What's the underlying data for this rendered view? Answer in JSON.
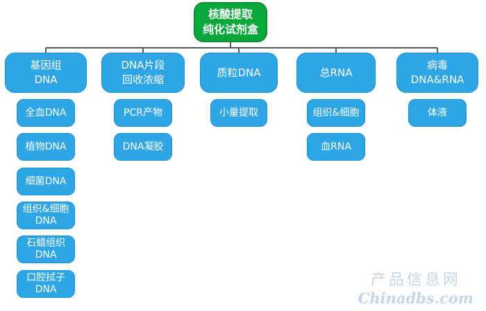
{
  "root": {
    "lines": [
      "核酸提取",
      "纯化试剂盒"
    ]
  },
  "categories": [
    {
      "id": "genomic",
      "lines": [
        "基因组",
        "DNA"
      ],
      "items": [
        {
          "lines": [
            "全血DNA"
          ]
        },
        {
          "lines": [
            "植物DNA"
          ]
        },
        {
          "lines": [
            "细菌DNA"
          ]
        },
        {
          "lines": [
            "组织&细胞",
            "DNA"
          ]
        },
        {
          "lines": [
            "石蜡组织",
            "DNA"
          ]
        },
        {
          "lines": [
            "口腔拭子",
            "DNA"
          ]
        }
      ]
    },
    {
      "id": "fragment",
      "lines": [
        "DNA片段",
        "回收浓缩"
      ],
      "items": [
        {
          "lines": [
            "PCR产物"
          ]
        },
        {
          "lines": [
            "DNA凝胶"
          ]
        }
      ]
    },
    {
      "id": "plasmid",
      "lines": [
        "质粒DNA"
      ],
      "items": [
        {
          "lines": [
            "小量提取"
          ]
        }
      ]
    },
    {
      "id": "total-rna",
      "lines": [
        "总RNA"
      ],
      "items": [
        {
          "lines": [
            "组织&细胞"
          ]
        },
        {
          "lines": [
            "血RNA"
          ]
        }
      ]
    },
    {
      "id": "viral",
      "lines": [
        "病毒",
        "DNA&RNA"
      ],
      "items": [
        {
          "lines": [
            "体液"
          ]
        }
      ]
    }
  ],
  "watermark": {
    "line1": "产品信息网",
    "line2": "Chinadbs.com"
  },
  "colors": {
    "root": "#0aa83c",
    "node": "#2ea6e6",
    "connector": "#555555",
    "watermark": "#c6d6e6"
  }
}
